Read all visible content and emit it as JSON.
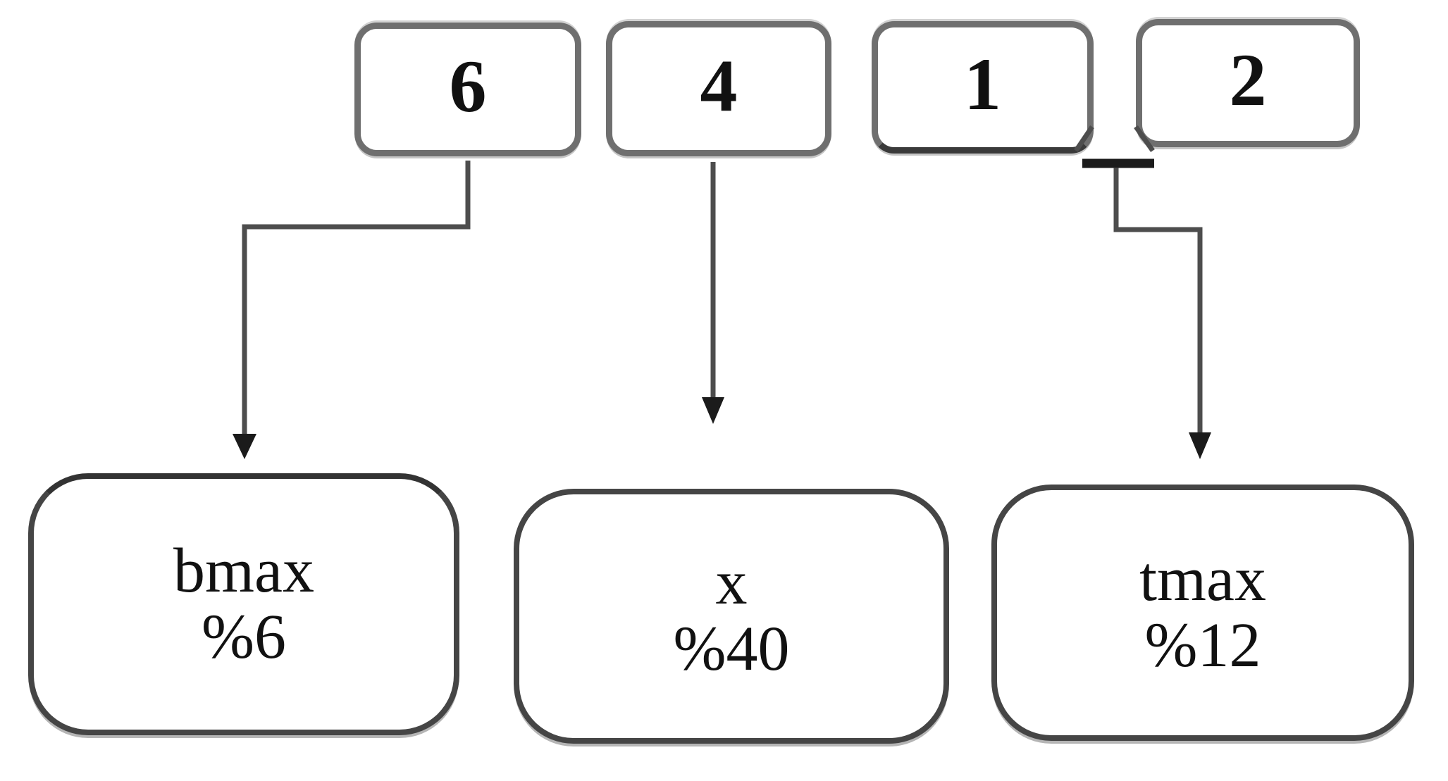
{
  "diagram": {
    "top_row": [
      {
        "label": "6"
      },
      {
        "label": "4"
      },
      {
        "label": "1"
      },
      {
        "label": "2"
      }
    ],
    "bottom_row": [
      {
        "name": "bmax",
        "percent": "%6"
      },
      {
        "name": "x",
        "percent": "%40"
      },
      {
        "name": "tmax",
        "percent": "%12"
      }
    ],
    "connections": [
      {
        "from": "6",
        "to": "bmax %6",
        "shape": "elbow down-left",
        "arrowheads": "down"
      },
      {
        "from": "4",
        "to": "x %40",
        "shape": "straight down",
        "arrowheads": "down"
      },
      {
        "from": "gap between 1 and 2",
        "to": "tmax %12",
        "shape": "elbow down-right",
        "arrowheads": "up at top, down at bottom"
      }
    ],
    "colors": {
      "background": "#ffffff",
      "text": "#111111",
      "line": "#4d4d4d",
      "arrowhead": "#1b1b1b",
      "small_box_border": "#6f6f6f",
      "big_box_border": "#454545"
    }
  }
}
